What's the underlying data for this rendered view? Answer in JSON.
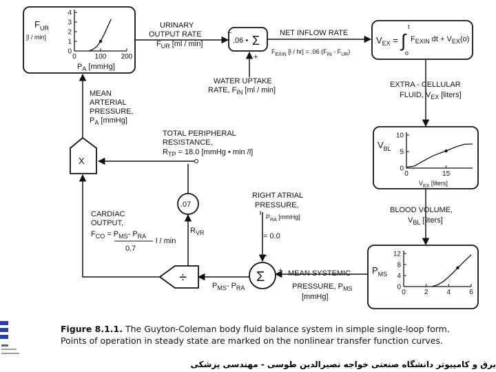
{
  "caption": {
    "figure_label": "Figure 8.1.1.",
    "text": "The Guyton-Coleman body fluid balance system in simple single-loop form. Points of operation in steady state are marked on the nonlinear transfer function curves."
  },
  "footer_text": "برق و کامپیوتر دانشگاه صنعتی خواجه نصیرالدین طوسی - مهندسی پزشکی",
  "labels": {
    "fur_label_main": "F",
    "fur_label_sub": "UR",
    "fur_units": "[l / min]",
    "fur_xunit": "P",
    "fur_xunit_sub": "A",
    "fur_xunit_rest": " [mmHg]",
    "urinary1": "URINARY",
    "urinary2": "OUTPUT RATE",
    "urinary3_main": "F",
    "urinary3_sub": "UR",
    "urinary3_rest": " [ml / min]",
    "sum_gain": ".06 •",
    "sum_symbol": "Σ",
    "sum_plus": "+",
    "sum_minus": "−",
    "net_inflow": "NET INFLOW RATE",
    "fexin_eq": "F",
    "fexin_sub": "EXIN",
    "fexin_rest": " [l / hr] = .06 (F",
    "fexin_in": "IN",
    "fexin_dash": " - F",
    "fexin_ur": "UR",
    "fexin_close": ")",
    "water1": "WATER UPTAKE",
    "water2": "RATE,  F",
    "water2_sub": "IN",
    "water2_rest": " [ml / min]",
    "vex_eq_v": "V",
    "vex_eq_sub": "EX",
    "vex_eq_eq": " =",
    "vex_int_t": "t",
    "vex_int_0": "o",
    "vex_f": "F",
    "vex_f_sub": "EXIN",
    "vex_rest": " dt + V",
    "vex_rest_sub": "EX",
    "vex_rest_end": "(o)",
    "ecf1": "EXTRA - CELLULAR",
    "ecf2": "FLUID,    V",
    "ecf2_sub": "EX",
    "ecf2_rest": "  [liters]",
    "vbl_label": "V",
    "vbl_sub": "BL",
    "vbl_xunit": "V",
    "vbl_xunit_sub": "EX",
    "vbl_xunit_rest": " [liters]",
    "blood1": "BLOOD    VOLUME,",
    "blood2": "V",
    "blood2_sub": "BL",
    "blood2_rest": "        [liters]",
    "pms_label": "P",
    "pms_sub": "MS",
    "mean_systemic1": "MEAN SYSTEMIC",
    "mean_systemic2": "PRESSURE,  P",
    "mean_systemic2_sub": "MS",
    "mean_systemic3": "[mmHg]",
    "rap1": "RIGHT ATRIAL",
    "rap2": "PRESSURE,",
    "rap3": "P",
    "rap3_sub": "RA",
    "rap3_rest": "  [mmHg]",
    "rap_value": "= 0.0",
    "sum2_symbol": "Σ",
    "sum2_plus": "+",
    "sum2_minus": "−",
    "pms_pra": "P",
    "pms_pra_sub1": "MS",
    "pms_pra_mid": "- P",
    "pms_pra_sub2": "RA",
    "divide_symbol": "÷",
    "co1": "CARDIAC",
    "co2": "OUTPUT,",
    "co3": "F",
    "co3_sub": "CO",
    "co3_rest": " =  P",
    "co3_ms": "MS",
    "co3_dash": "- P",
    "co3_ra": "RA",
    "co4": "0.7",
    "co_units": "l / min",
    "rvr_value": ".07",
    "rvr_label": "R",
    "rvr_sub": "VR",
    "tpr1": "TOTAL PERIPHERAL",
    "tpr2": "RESISTANCE,",
    "tpr3": "R",
    "tpr3_sub": "TP",
    "tpr3_rest": " = 18.0 [mmHg • min /l]",
    "mult_symbol": "X",
    "map1": "MEAN",
    "map2": "ARTERIAL",
    "map3": "PRESSURE,",
    "map4": "P",
    "map4_sub": "A",
    "map4_rest": " [mmHg]"
  },
  "chart_data": [
    {
      "type": "line",
      "name_on_chart": "F_UR vs P_A",
      "ylabel": "F_UR [l / min]",
      "xlabel": "P_A [mmHg]",
      "xticks": [
        "0",
        "100",
        "200"
      ],
      "yticks": [
        "0",
        "1",
        "2",
        "3",
        "4"
      ],
      "xlim": [
        0,
        200
      ],
      "ylim": [
        0,
        4
      ],
      "points": [
        [
          55,
          0
        ],
        [
          70,
          0.15
        ],
        [
          85,
          0.45
        ],
        [
          100,
          1.0
        ],
        [
          115,
          1.8
        ],
        [
          130,
          2.7
        ],
        [
          140,
          3.3
        ]
      ],
      "operating_point": [
        100,
        1.0
      ]
    },
    {
      "type": "line",
      "ylabel": "V_BL",
      "xlabel": "V_EX [liters]",
      "xticks": [
        "0",
        "15"
      ],
      "yticks": [
        "0",
        "5",
        "10"
      ],
      "xlim": [
        0,
        25
      ],
      "ylim": [
        0,
        10
      ],
      "points": [
        [
          0,
          0.3
        ],
        [
          3,
          0.6
        ],
        [
          6,
          2.0
        ],
        [
          10,
          3.7
        ],
        [
          15,
          5.2
        ],
        [
          19,
          6.5
        ],
        [
          22,
          7.2
        ],
        [
          25,
          7.3
        ]
      ],
      "operating_point": [
        15,
        5.2
      ]
    },
    {
      "type": "line",
      "ylabel": "P_MS",
      "xlabel": "V_BL",
      "xticks": [
        "0",
        "2",
        "4",
        "6"
      ],
      "yticks": [
        "0",
        "4",
        "8",
        "12"
      ],
      "xlim": [
        0,
        6
      ],
      "ylim": [
        0,
        12
      ],
      "points": [
        [
          2.5,
          0
        ],
        [
          3.0,
          0.6
        ],
        [
          3.5,
          1.8
        ],
        [
          4.0,
          3.5
        ],
        [
          4.5,
          5.5
        ],
        [
          5.0,
          7.6
        ],
        [
          5.5,
          9.6
        ],
        [
          6.0,
          11.5
        ]
      ],
      "operating_point": [
        4.8,
        6.8
      ]
    }
  ]
}
